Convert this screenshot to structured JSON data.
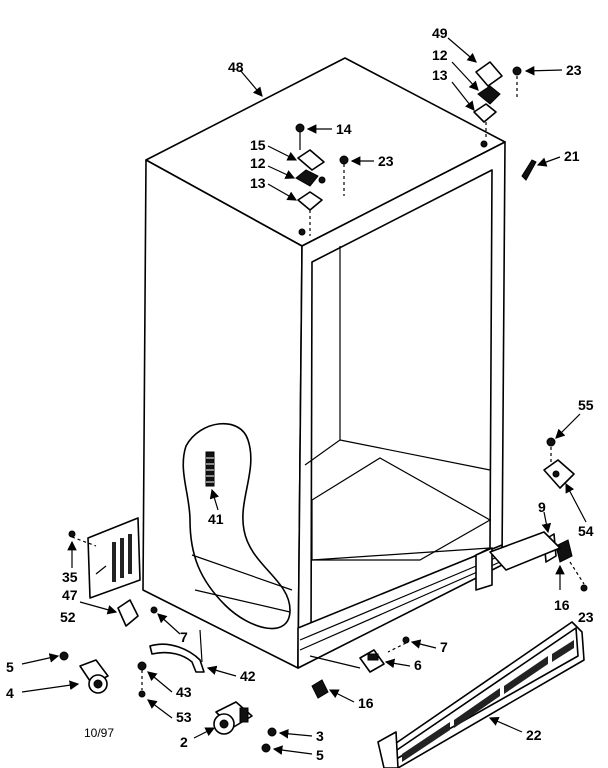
{
  "callouts": {
    "c48": "48",
    "c49": "49",
    "c12a": "12",
    "c13a": "13",
    "c23a": "23",
    "c14": "14",
    "c15": "15",
    "c12b": "12",
    "c23b": "23",
    "c13b": "13",
    "c21": "21",
    "c55": "55",
    "c41": "41",
    "c9": "9",
    "c54": "54",
    "c35": "35",
    "c47": "47",
    "c52": "52",
    "c7a": "7",
    "c7b": "7",
    "c16a": "16",
    "c23c": "23",
    "c5a": "5",
    "c4": "4",
    "c42": "42",
    "c6": "6",
    "c43": "43",
    "c16b": "16",
    "c53": "53",
    "c3": "3",
    "c2": "2",
    "c5b": "5",
    "c22": "22"
  },
  "footer": {
    "date_code": "10/97"
  }
}
